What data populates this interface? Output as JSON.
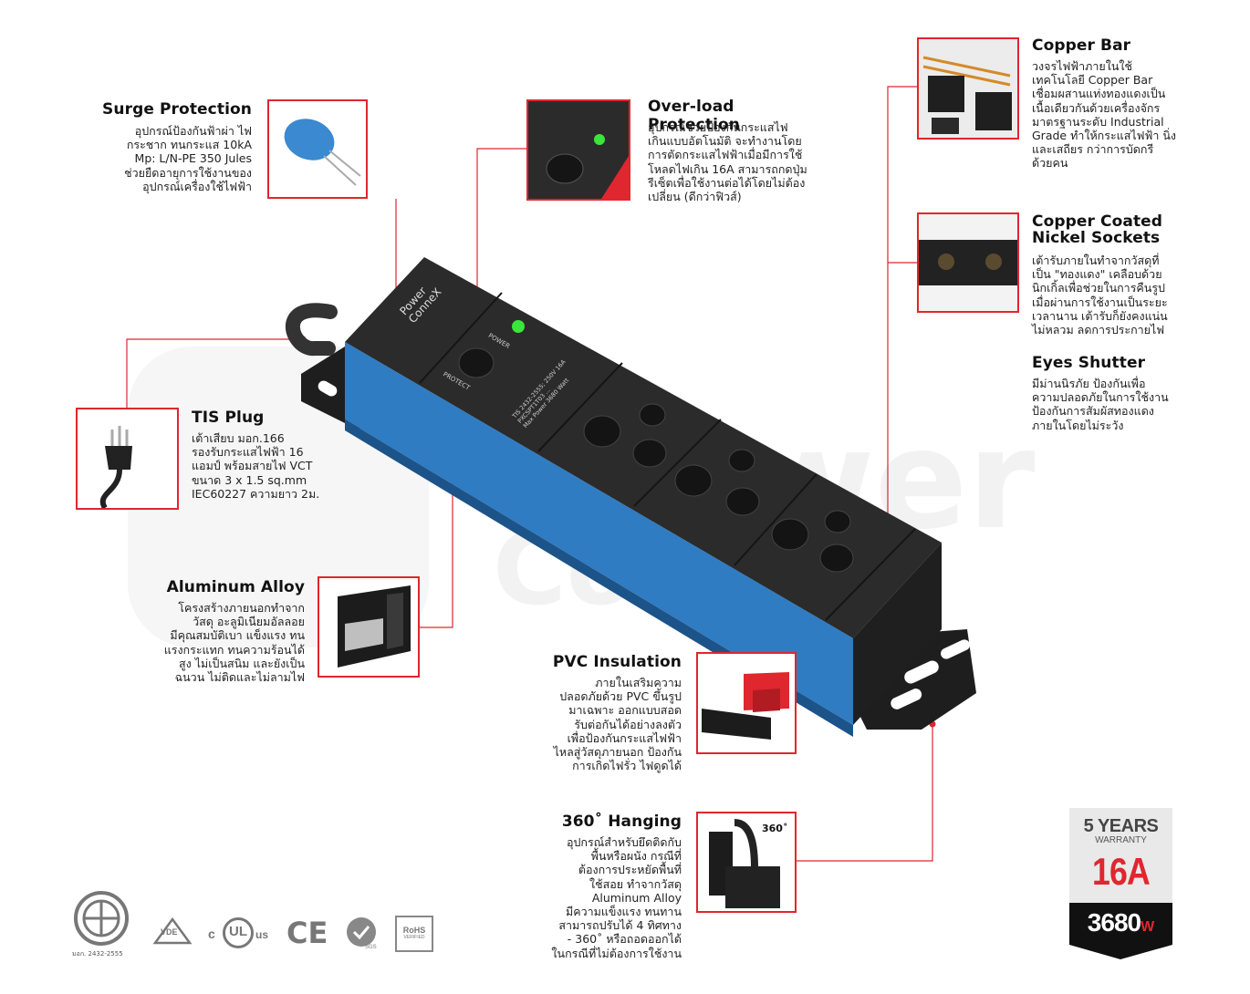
{
  "features": {
    "surge": {
      "title": "Surge Protection",
      "lines": [
        "อุปกรณ์ป้องกันฟ้าผ่า ไฟ",
        "กระชาก ทนกระแส  10kA",
        "Mp: L/N-PE 350 Jules",
        "ช่วยยืดอายุการใช้งานของ",
        "อุปกรณ์เครื่องใช้ไฟฟ้า"
      ]
    },
    "overload": {
      "title": "Over-load Protection",
      "lines": [
        "อุปกรณ์ช่วยป้องกันกระแสไฟ",
        "เกินแบบอัตโนมัติ จะทำงานโดย",
        "การตัดกระแสไฟฟ้าเมื่อมีการใช้",
        "โหลดไฟเกิน 16A สามารถกดปุ่ม",
        "รีเซ็ตเพื่อใช้งานต่อได้โดยไม่ต้อง",
        "เปลี่ยน (ดีกว่าฟิวส์)"
      ]
    },
    "copper_bar": {
      "title": "Copper Bar",
      "lines": [
        "วงจรไฟฟ้าภายในใช้",
        "เทคโนโลยี Copper Bar",
        "เชื่อมผสานแท่งทองแดงเป็น",
        "เนื้อเดียวกันด้วยเครื่องจักร",
        "มาตรฐานระดับ Industrial",
        "Grade ทำให้กระแสไฟฟ้า นิ่ง",
        "และเสถียร กว่าการบัดกรี",
        "ด้วยคน"
      ]
    },
    "nickel": {
      "title_lines": [
        "Copper Coated",
        "Nickel Sockets"
      ],
      "lines": [
        "เต้ารับภายในทำจากวัสดุที่",
        "เป็น \"ทองแดง\" เคลือบด้วย",
        "นิกเกิ้ลเพื่อช่วยในการคืนรูป",
        "เมื่อผ่านการใช้งานเป็นระยะ",
        "เวลานาน เต้ารับก็ยังคงแน่น",
        "ไม่หลวม ลดการประกายไฟ"
      ]
    },
    "shutter": {
      "title": "Eyes Shutter",
      "lines": [
        "มีม่านนิรภัย ป้องกันเพื่อ",
        "ความปลอดภัยในการใช้งาน",
        "ป้องกันการสัมผัสทองแดง",
        "ภายในโดยไม่ระวัง"
      ]
    },
    "plug": {
      "title": "TIS Plug",
      "lines": [
        "เต้าเสียบ มอก.166",
        "รองรับกระแสไฟฟ้า 16",
        "แอมป์ พร้อมสายไฟ VCT",
        "ขนาด 3 x 1.5 sq.mm",
        "IEC60227 ความยาว 2ม."
      ]
    },
    "alloy": {
      "title": "Aluminum Alloy",
      "lines": [
        "โครงสร้างภายนอกทำจาก",
        "วัสดุ อะลูมิเนียมอัลลอย",
        "มีคุณสมบัติเบา แข็งแรง ทน",
        "แรงกระแทก ทนความร้อนได้",
        "สูง ไม่เป็นสนิม และยังเป็น",
        "ฉนวน ไม่ติดและไม่ลามไฟ"
      ]
    },
    "pvc": {
      "title": "PVC Insulation",
      "lines": [
        "ภายในเสริมความ",
        "ปลอดภัยด้วย PVC ขึ้นรูป",
        "มาเฉพาะ ออกแบบสอด",
        "รับต่อกันได้อย่างลงตัว",
        "เพื่อป้องกันกระแสไฟฟ้า",
        "ไหลสู่วัสดุภายนอก ป้องกัน",
        "การเกิดไฟรั่ว ไฟดูดได้"
      ]
    },
    "hanging": {
      "title": "360˚ Hanging",
      "lines": [
        "อุปกรณ์สำหรับยึดติดกับ",
        "พื้นหรือผนัง กรณีที่",
        "ต้องการประหยัดพื้นที่",
        "ใช้สอย ทำจากวัสดุ",
        "Aluminum Alloy",
        "มีความแข็งแรง ทนทาน",
        "สามารถปรับได้ 4 ทิศทาง",
        "- 360˚ หรือถอดออกได้",
        "ในกรณีที่ไม่ต้องการใช้งาน"
      ]
    }
  },
  "product": {
    "brand_line1": "Power",
    "brand_line2": "ConneX",
    "power_label": "POWER",
    "protect_label": "PROTECT",
    "spec_lines": [
      "TIS 2432-2555; 250V 16A",
      "PXCSPT1T03 ...",
      "Max Power 3680 Watt"
    ],
    "socket_rating": "16A",
    "socket_voltage": "250V"
  },
  "watermark": {
    "line1": "wer",
    "line2": "ConneX"
  },
  "hanging_badge": "360˚",
  "warranty": {
    "years": "5 YEARS",
    "label": "WARRANTY",
    "amps": "16A",
    "watts": "3680",
    "watt_unit": "W"
  },
  "certs": {
    "tis_caption": "มอก. 2432-2555",
    "vde": "VDE",
    "ul_c": "c",
    "ul_mark": "UL",
    "ul_us": "us",
    "ce": "CE",
    "sgs": "SGS",
    "rohs_top": "RoHS",
    "rohs_bottom": "VERIFIED"
  },
  "colors": {
    "accent": "#e0262e",
    "blue": "#2f7cc2",
    "body": "#2b2b2b",
    "led": "#39e639"
  }
}
